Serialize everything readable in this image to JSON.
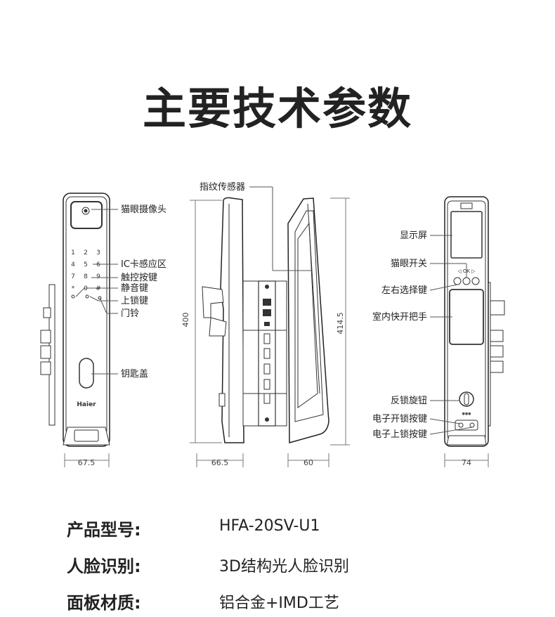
{
  "title": "主要技术参数",
  "front": {
    "labels": [
      "猫眼摄像头",
      "IC卡感应区",
      "触控按键",
      "静音键",
      "上锁键",
      "门铃",
      "钥匙盖"
    ],
    "keypad": [
      [
        "1",
        "2",
        "3"
      ],
      [
        "4",
        "5",
        "6"
      ],
      [
        "7",
        "8",
        "9"
      ],
      [
        "*",
        "0",
        "#"
      ]
    ],
    "brand": "Haier",
    "width_dim": "67.5"
  },
  "side": {
    "label_sensor": "指纹传感器",
    "height_left": "400",
    "height_right": "414.5",
    "dim_left": "66.5",
    "dim_right": "60"
  },
  "back": {
    "labels": [
      "显示屏",
      "猫眼开关",
      "左右选择键",
      "室内快开把手",
      "反锁旋钮",
      "电子开锁按键",
      "电子上锁按键"
    ],
    "ok_text": "◁ OK ▷",
    "dots": "●●●",
    "width_dim": "74"
  },
  "specs": [
    {
      "label": "产品型号:",
      "value": "HFA-20SV-U1"
    },
    {
      "label": "人脸识别:",
      "value": "3D结构光人脸识别"
    },
    {
      "label": "面板材质:",
      "value": "铝合金+IMD工艺"
    }
  ]
}
